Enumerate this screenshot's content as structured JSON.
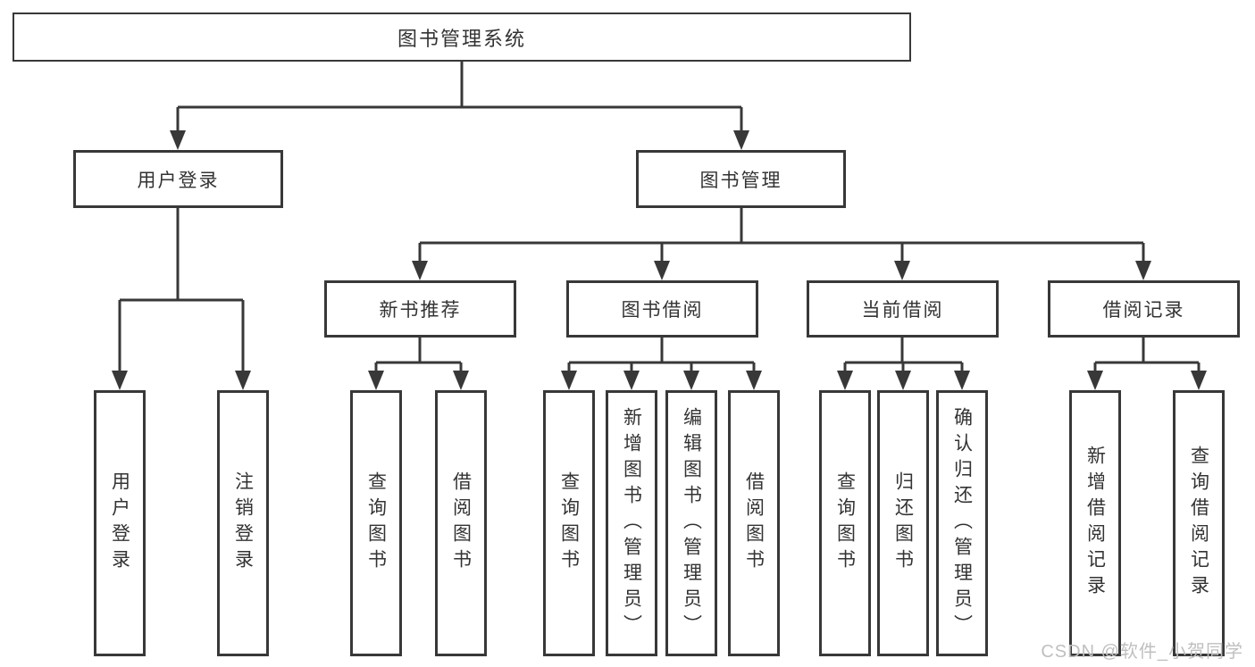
{
  "tree": {
    "label": "图书管理系统",
    "children": [
      {
        "label": "用户登录",
        "children": [
          {
            "label": "用户登录"
          },
          {
            "label": "注销登录"
          }
        ]
      },
      {
        "label": "图书管理",
        "children": [
          {
            "label": "新书推荐",
            "children": [
              {
                "label": "查询图书"
              },
              {
                "label": "借阅图书"
              }
            ]
          },
          {
            "label": "图书借阅",
            "children": [
              {
                "label": "查询图书"
              },
              {
                "label": "新增图书（管理员）"
              },
              {
                "label": "编辑图书（管理员）"
              },
              {
                "label": "借阅图书"
              }
            ]
          },
          {
            "label": "当前借阅",
            "children": [
              {
                "label": "查询图书"
              },
              {
                "label": "归还图书"
              },
              {
                "label": "确认归还（管理员）"
              }
            ]
          },
          {
            "label": "借阅记录",
            "children": [
              {
                "label": "新增借阅记录"
              },
              {
                "label": "查询借阅记录"
              }
            ]
          }
        ]
      }
    ]
  },
  "watermark": {
    "text": "CSDN @软件_小贺同学"
  },
  "colors": {
    "line": "#383838",
    "text": "#333333",
    "box-bg": "#ffffff",
    "watermark": "#bfbfbf"
  }
}
